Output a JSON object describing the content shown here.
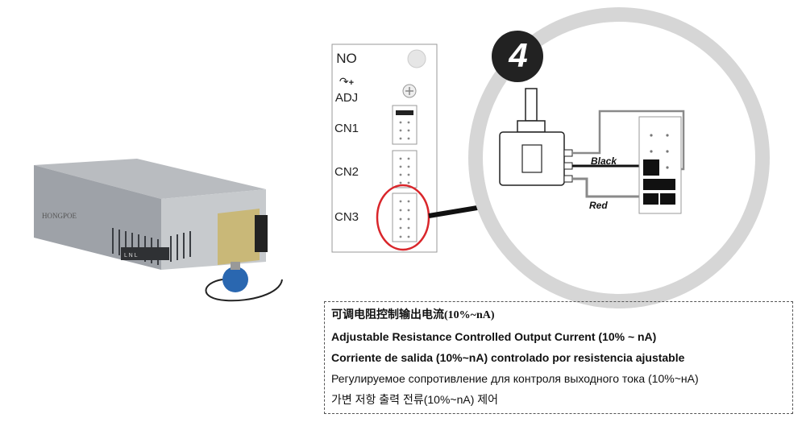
{
  "product": {
    "brand": "HONGPOE",
    "terminal_labels": "L N L"
  },
  "panel": {
    "labels": [
      "NO",
      "ADJ",
      "CN1",
      "CN2",
      "CN3"
    ],
    "adj_symbol": "+"
  },
  "zoom": {
    "step": "4",
    "wire_black": "Black",
    "wire_red": "Red"
  },
  "description": {
    "zh": "可调电阻控制输出电流(10%~nA)",
    "en": "Adjustable Resistance Controlled Output Current (10% ~ nA)",
    "es": "Corriente de salida (10%~nA) controlado por resistencia ajustable",
    "ru": "Регулируемое сопротивление для контроля выходного тока (10%~нА)",
    "ko": "가변 저항 출력 전류(10%~nA) 제어"
  },
  "colors": {
    "highlight_circle": "#d9262b",
    "zoom_ring": "#d8d8d8",
    "wire_gray": "#8a8a8a"
  }
}
